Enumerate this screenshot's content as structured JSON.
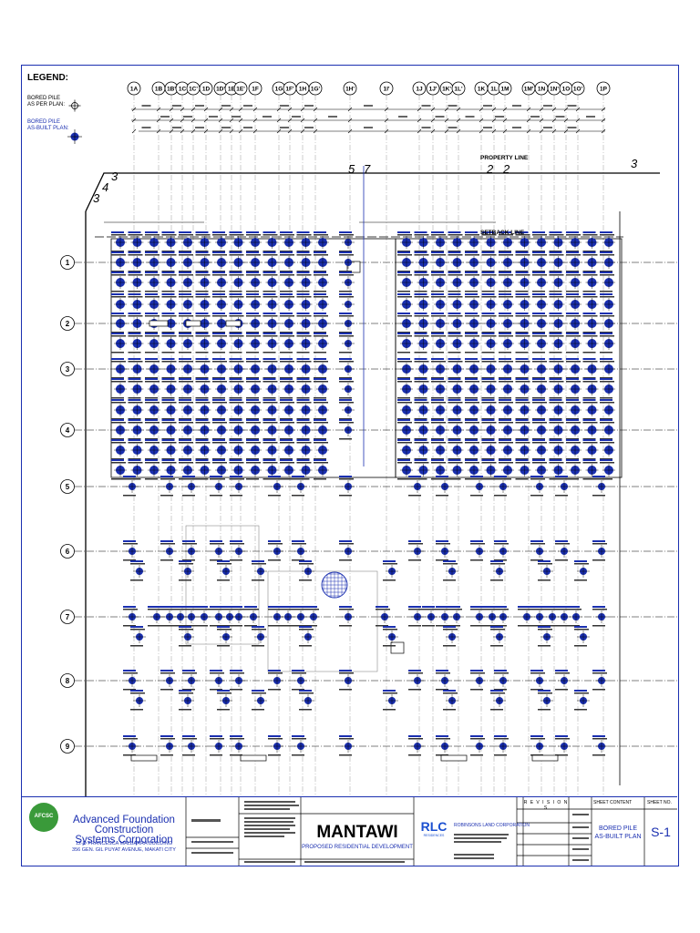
{
  "legend": {
    "title": "LEGEND:",
    "per_plan_line1": "BORED PILE",
    "per_plan_line2": "AS PER PLAN:",
    "as_built_line1": "BORED PILE",
    "as_built_line2": "AS-BUILT PLAN:"
  },
  "grid_columns": [
    "1A",
    "1B",
    "1B'",
    "1C",
    "1C'",
    "1D",
    "1D'",
    "1E",
    "1E'",
    "1F",
    "1G",
    "1F'",
    "1H",
    "1G'",
    "1H'",
    "1I'",
    "1J",
    "1J'",
    "1K'",
    "1L'",
    "1K",
    "1L",
    "1M",
    "1M'",
    "1N",
    "1N'",
    "1O",
    "1O'",
    "1P"
  ],
  "grid_rows": [
    "1",
    "2",
    "3",
    "4",
    "5",
    "6",
    "7",
    "8",
    "9"
  ],
  "labels": {
    "property_line": "PROPERTY LINE",
    "setback_line": "SETBACK LINE",
    "sloped_marks": [
      "3",
      "4",
      "3",
      "5",
      "7",
      "2",
      "2",
      "3"
    ]
  },
  "company": {
    "name_line1": "Advanced Foundation Construction",
    "name_line2": "Systems Corporation",
    "address_line1": "12-D FRANCESCA MALBARRA BUILDING",
    "address_line2": "356 GEN. GIL PUYAT AVENUE, MAKATI CITY",
    "logo_text": "AFCSC"
  },
  "project": {
    "name": "MANTAWI",
    "subtitle": "PROPOSED RESIDENTIAL DEVELOPMENT"
  },
  "client": {
    "logo_text": "RLC",
    "logo_sub": "RESIDENCES",
    "name": "ROBINSONS LAND CORPORATION"
  },
  "titleblock": {
    "revisions": "R E V I S I O N S",
    "sheet_content_label": "SHEET CONTENT",
    "sheet_content_line1": "BORED PILE",
    "sheet_content_line2": "AS-BUILT PLAN",
    "sheet_no_label": "SHEET NO.",
    "sheet_no": "S-1"
  },
  "colors": {
    "frame": "#1a2fb0",
    "pile": "#1a2fb0",
    "ink": "#000000"
  }
}
